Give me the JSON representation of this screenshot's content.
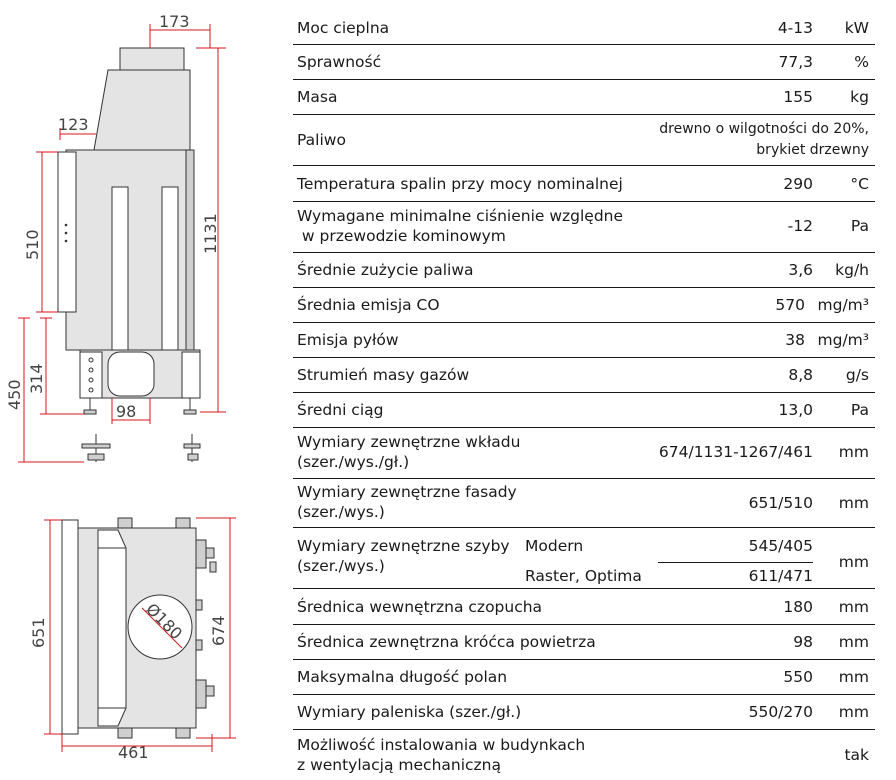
{
  "drawing": {
    "top_width": "173",
    "offset": "123",
    "front_height": "510",
    "total_height": "1131",
    "leg_height": "314",
    "floor_height": "450",
    "flue_dia": "98",
    "plan_front": "651",
    "plan_depth": "674",
    "plan_diameter": "Ø180",
    "plan_width": "461"
  },
  "rows": [
    {
      "label": "Moc cieplna",
      "value": "4-13",
      "unit": "kW"
    },
    {
      "label": "Sprawność",
      "value": "77,3",
      "unit": "%"
    },
    {
      "label": "Masa",
      "value": "155",
      "unit": "kg"
    },
    {
      "label": "Paliwo",
      "value": "drewno o wilgotności do 20%,",
      "value2": "brykiet drzewny",
      "unit": ""
    },
    {
      "label": "Temperatura spalin przy mocy nominalnej",
      "value": "290",
      "unit": "°C"
    },
    {
      "label": "Wymagane minimalne ciśnienie względne",
      "label2": " w przewodzie kominowym",
      "value": "-12",
      "unit": "Pa"
    },
    {
      "label": "Średnie zużycie paliwa",
      "value": "3,6",
      "unit": "kg/h"
    },
    {
      "label": "Średnia emisja CO",
      "value": "570",
      "unit": "mg/m³"
    },
    {
      "label": "Emisja pyłów",
      "value": "38",
      "unit": "mg/m³"
    },
    {
      "label": "Strumień masy gazów",
      "value": "8,8",
      "unit": "g/s"
    },
    {
      "label": "Średni ciąg",
      "value": "13,0",
      "unit": "Pa"
    },
    {
      "label": "Wymiary zewnętrzne wkładu",
      "label2": "(szer./wys./gł.)",
      "value": "674/1131-1267/461",
      "unit": "mm"
    },
    {
      "label": "Wymiary zewnętrzne fasady",
      "label2": "(szer./wys.)",
      "value": "651/510",
      "unit": "mm"
    },
    {
      "label": "Wymiary zewnętrzne szyby",
      "label2": "(szer./wys.)",
      "sub1": "Modern",
      "sub1val": "545/405",
      "sub2": "Raster, Optima",
      "sub2val": "611/471",
      "unit": "mm"
    },
    {
      "label": "Średnica wewnętrzna czopucha",
      "value": "180",
      "unit": "mm"
    },
    {
      "label": "Średnica zewnętrzna króćca powietrza",
      "value": "98",
      "unit": "mm"
    },
    {
      "label": "Maksymalna długość polan",
      "value": "550",
      "unit": "mm"
    },
    {
      "label": "Wymiary paleniska (szer./gł.)",
      "value": "550/270",
      "unit": "mm"
    },
    {
      "label": "Możliwość instalowania w budynkach",
      "label2": "z wentylacją mechaniczną",
      "value": "",
      "unit": "tak"
    }
  ]
}
